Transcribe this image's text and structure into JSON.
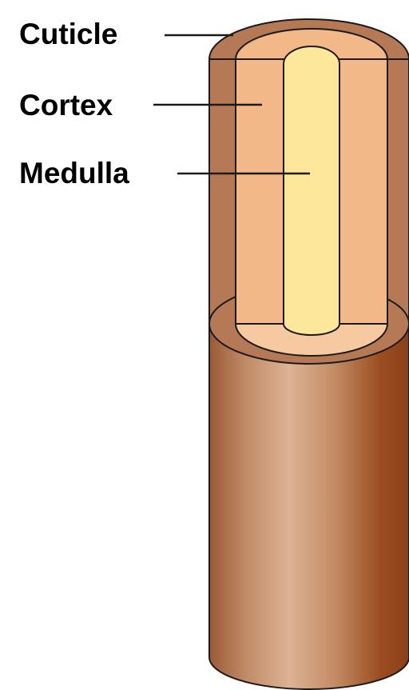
{
  "labels": {
    "cuticle": "Cuticle",
    "cortex": "Cortex",
    "medulla": "Medulla"
  },
  "colors": {
    "cuticle": "#b57a55",
    "cortex": "#f2b887",
    "medulla": "#fde79a",
    "shaft_dark": "#8e4a25",
    "shaft_light": "#d9ad88",
    "outline": "#1a1a1a"
  }
}
